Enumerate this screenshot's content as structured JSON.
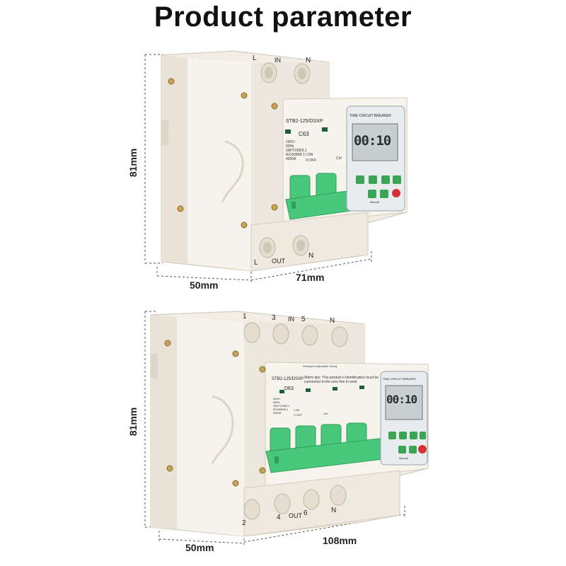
{
  "title": "Product parameter",
  "colors": {
    "housing": "#f2eee6",
    "housing_shadow": "#ddd6c8",
    "lever": "#49c77a",
    "lever_dark": "#2e9e5a",
    "lcd": "#c9ced1",
    "button": "#3aa655",
    "red_button": "#d6303a",
    "accent_text": "#111111"
  },
  "product_top": {
    "height_label": "81mm",
    "depth_label": "50mm",
    "width_label": "71mm",
    "terminal_top": [
      "L",
      "IN",
      "N"
    ],
    "terminal_bottom": [
      "L",
      "OUT",
      "N"
    ],
    "model": "STB2-125/DSXP",
    "rating": "C63",
    "spec_lines": [
      "230V~",
      "50Hz",
      "GB/T10963.1",
      "IEC60898-1",
      "4000A"
    ],
    "on_label": "I ON",
    "off_label": "O OFF",
    "ctrl_label": "Ctrl",
    "lcd_title": "TIME CIRCUIT BREAKER",
    "lcd_digits": "00:10",
    "manual_label": "Manual"
  },
  "product_bottom": {
    "height_label": "81mm",
    "depth_label": "50mm",
    "width_label": "108mm",
    "terminal_top": [
      "1",
      "3",
      "IN",
      "5",
      "N"
    ],
    "terminal_bottom": [
      "2",
      "4",
      "OUT",
      "6",
      "N"
    ],
    "header_note": "Intelligent adjustable timing",
    "model": "STB2-125/DSXP",
    "rating": "D63",
    "warning": "Warm tips: This product n identification must be connected to the zero line to work",
    "spec_lines": [
      "400V~",
      "50Hz",
      "GB/T10963.1",
      "IEC60898-1",
      "4000A"
    ],
    "on_label": "I ON",
    "off_label": "O OFF",
    "ctrl_label": "Ctrl",
    "lcd_title": "TIME CIRCUIT BREAKER",
    "lcd_digits": "00:10",
    "manual_label": "Manual"
  }
}
